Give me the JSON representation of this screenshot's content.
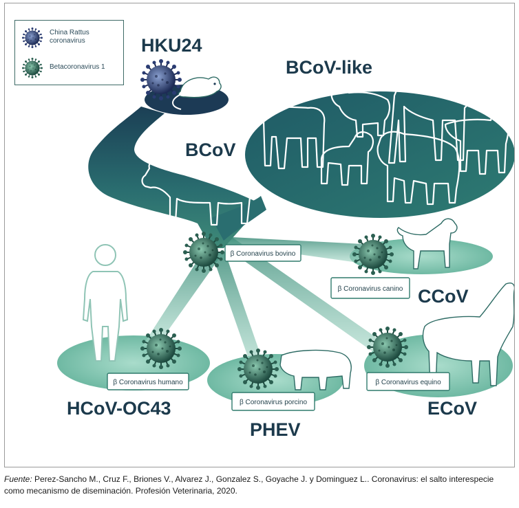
{
  "legend": {
    "items": [
      {
        "label": "China Rattus coronavirus",
        "color": "#25345f"
      },
      {
        "label": "Betacoronavirus 1",
        "color": "#2f6f5c"
      }
    ]
  },
  "labels": {
    "hku24": "HKU24",
    "bcov_like": "BCoV-like",
    "bcov": "BCoV",
    "ccov": "CCoV",
    "hcov_oc43": "HCoV-OC43",
    "phev": "PHEV",
    "ecov": "ECoV"
  },
  "tags": {
    "bovino": "β Coronavirus bovino",
    "canino": "β Coronavirus canino",
    "humano": "β Coronavirus humano",
    "porcino": "β Coronavirus porcino",
    "equino": "β Coronavirus equino"
  },
  "caption": {
    "prefix": "Fuente:",
    "text": " Perez-Sancho M., Cruz F., Briones V., Alvarez J., Gonzalez S., Goyache J. y Dominguez L.. Coronavirus: el salto interespecie como mecanismo de diseminación. Profesión Veterinaria, 2020."
  },
  "colors": {
    "dark_teal": "#1f4d5c",
    "mid_teal": "#3f8a78",
    "light_teal": "#9fd3c1",
    "label_navy": "#1c3a4c"
  }
}
